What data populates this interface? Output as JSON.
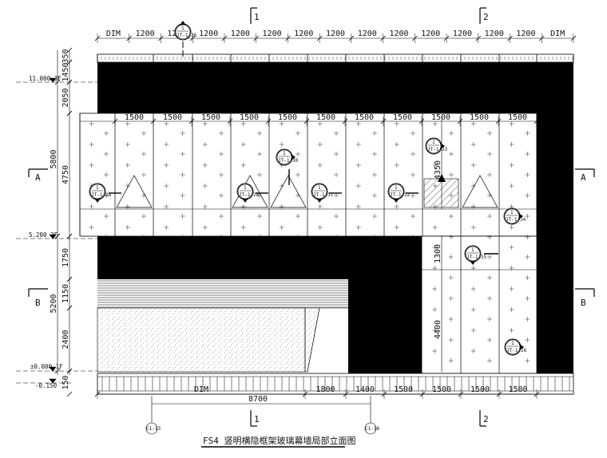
{
  "drawing": {
    "title": "FS4 竖明横隐框架玻璃幕墙局部立面图",
    "top_dims": [
      "DIM",
      "1200",
      "1200",
      "1200",
      "1200",
      "1200",
      "1200",
      "1200",
      "1200",
      "1200",
      "1200",
      "1200",
      "1200",
      "1200",
      "DIM"
    ],
    "panel_dims": [
      "1500",
      "1500",
      "1500",
      "1500",
      "1500",
      "1500",
      "1500",
      "1500",
      "1500",
      "1500",
      "1500"
    ],
    "bottom_dims": [
      "DIM",
      "1800",
      "1400",
      "1500",
      "1500",
      "1500",
      "1500"
    ],
    "left_dims": [
      "350",
      "1450",
      "2050",
      "5800",
      "4750",
      "1750",
      "5200",
      "1150",
      "2400",
      "150"
    ],
    "levels": [
      "11.000 3F",
      "5.200 2F",
      "±0.000 1F",
      "-0.150"
    ],
    "section_marks": {
      "one": "1",
      "two": "2",
      "a": "A",
      "b": "B"
    },
    "inner_dims": {
      "v4350": "4350",
      "v1300": "1300",
      "v4400": "4400"
    },
    "overall_width": "8700",
    "detail_tags": [
      "JT-1-26",
      "JT-1-26",
      "JT-1-28",
      "JT-1-28",
      "JT-1-30",
      "JT-1-31",
      "JT-1-32",
      "JT-1-33",
      "JT-1-34",
      "JT-1-35"
    ],
    "axis_tags": [
      "C1-13",
      "C1-16"
    ]
  }
}
